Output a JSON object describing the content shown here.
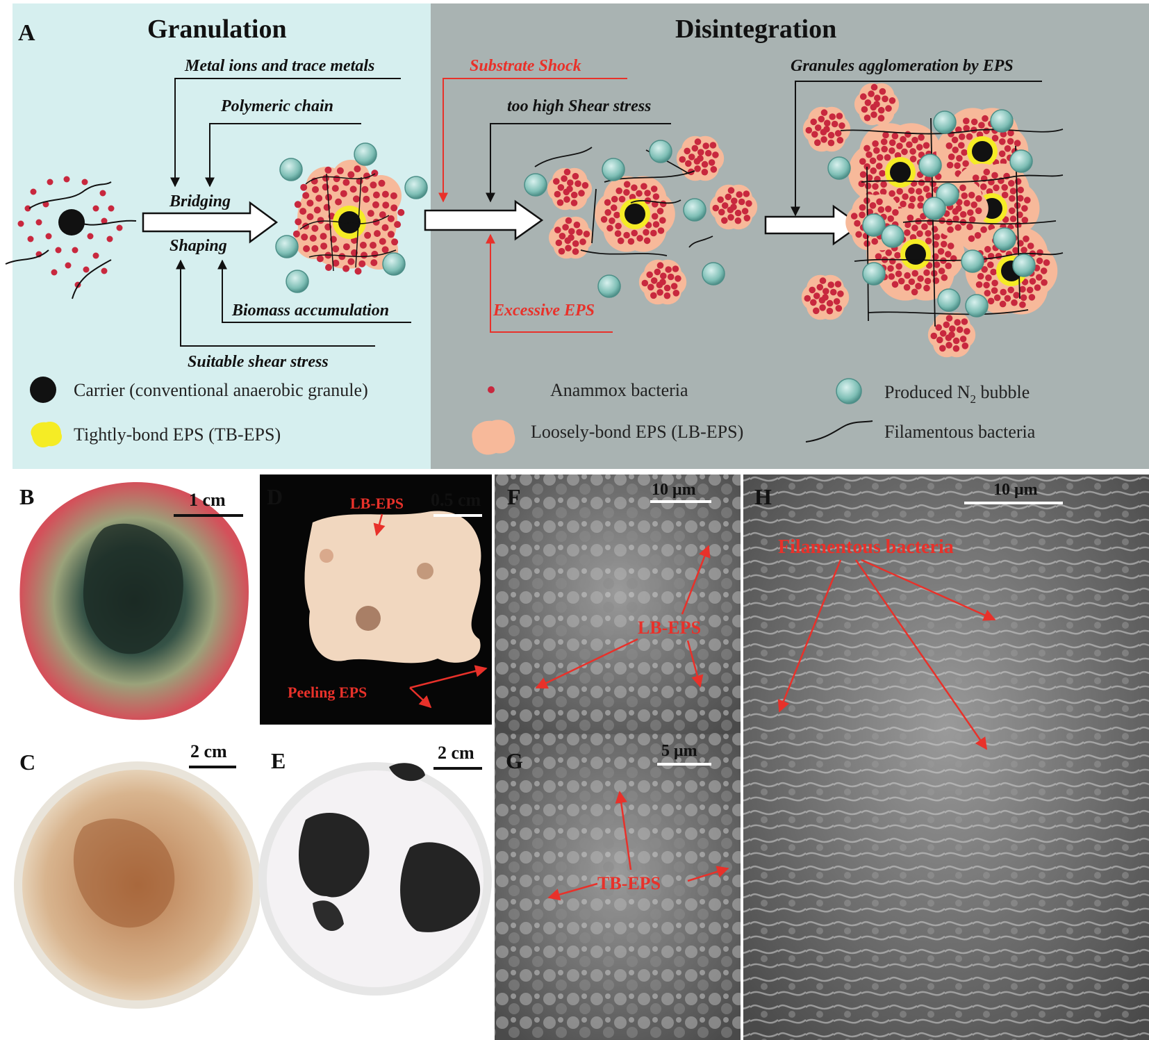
{
  "panel_a": {
    "letter": "A",
    "granulation_title": "Granulation",
    "disintegration_title": "Disintegration",
    "colors": {
      "granulation_bg": "#d6efef",
      "disintegration_bg": "#a9b3b2",
      "red": "#e8312a",
      "bubble": "#7fbfb6",
      "lb_eps": "#f7b99a",
      "tb_eps": "#f5ec25",
      "bacteria": "#c8283e"
    },
    "factors": {
      "metal_ions": "Metal ions and trace metals",
      "polymeric_chain": "Polymeric chain",
      "bridging": "Bridging",
      "shaping": "Shaping",
      "biomass": "Biomass accumulation",
      "shear_ok": "Suitable shear stress",
      "substrate_shock": "Substrate Shock",
      "shear_high": "too high Shear stress",
      "excessive_eps": "Excessive EPS",
      "agglomeration": "Granules agglomeration by EPS"
    },
    "legend": {
      "carrier": "Carrier (conventional anaerobic granule)",
      "tb_eps": "Tightly-bond EPS (TB-EPS)",
      "anammox": "Anammox bacteria",
      "lb_eps": "Loosely-bond EPS (LB-EPS)",
      "bubble_pre": "Produced N",
      "bubble_sub": "2",
      "bubble_post": " bubble",
      "filament": "Filamentous bacteria"
    }
  },
  "photos": {
    "b": {
      "letter": "B",
      "scale": "1 cm"
    },
    "c": {
      "letter": "C",
      "scale": "2 cm"
    },
    "d": {
      "letter": "D",
      "scale": "0.5 cm",
      "lb_eps": "LB-EPS",
      "peeling": "Peeling  EPS"
    },
    "e": {
      "letter": "E",
      "scale": "2 cm"
    },
    "f": {
      "letter": "F",
      "scale": "10 μm",
      "lb_eps": "LB-EPS"
    },
    "g": {
      "letter": "G",
      "scale": "5 μm",
      "tb_eps": "TB-EPS"
    },
    "h": {
      "letter": "H",
      "scale": "10 μm",
      "filament": "Filamentous bacteria"
    }
  }
}
